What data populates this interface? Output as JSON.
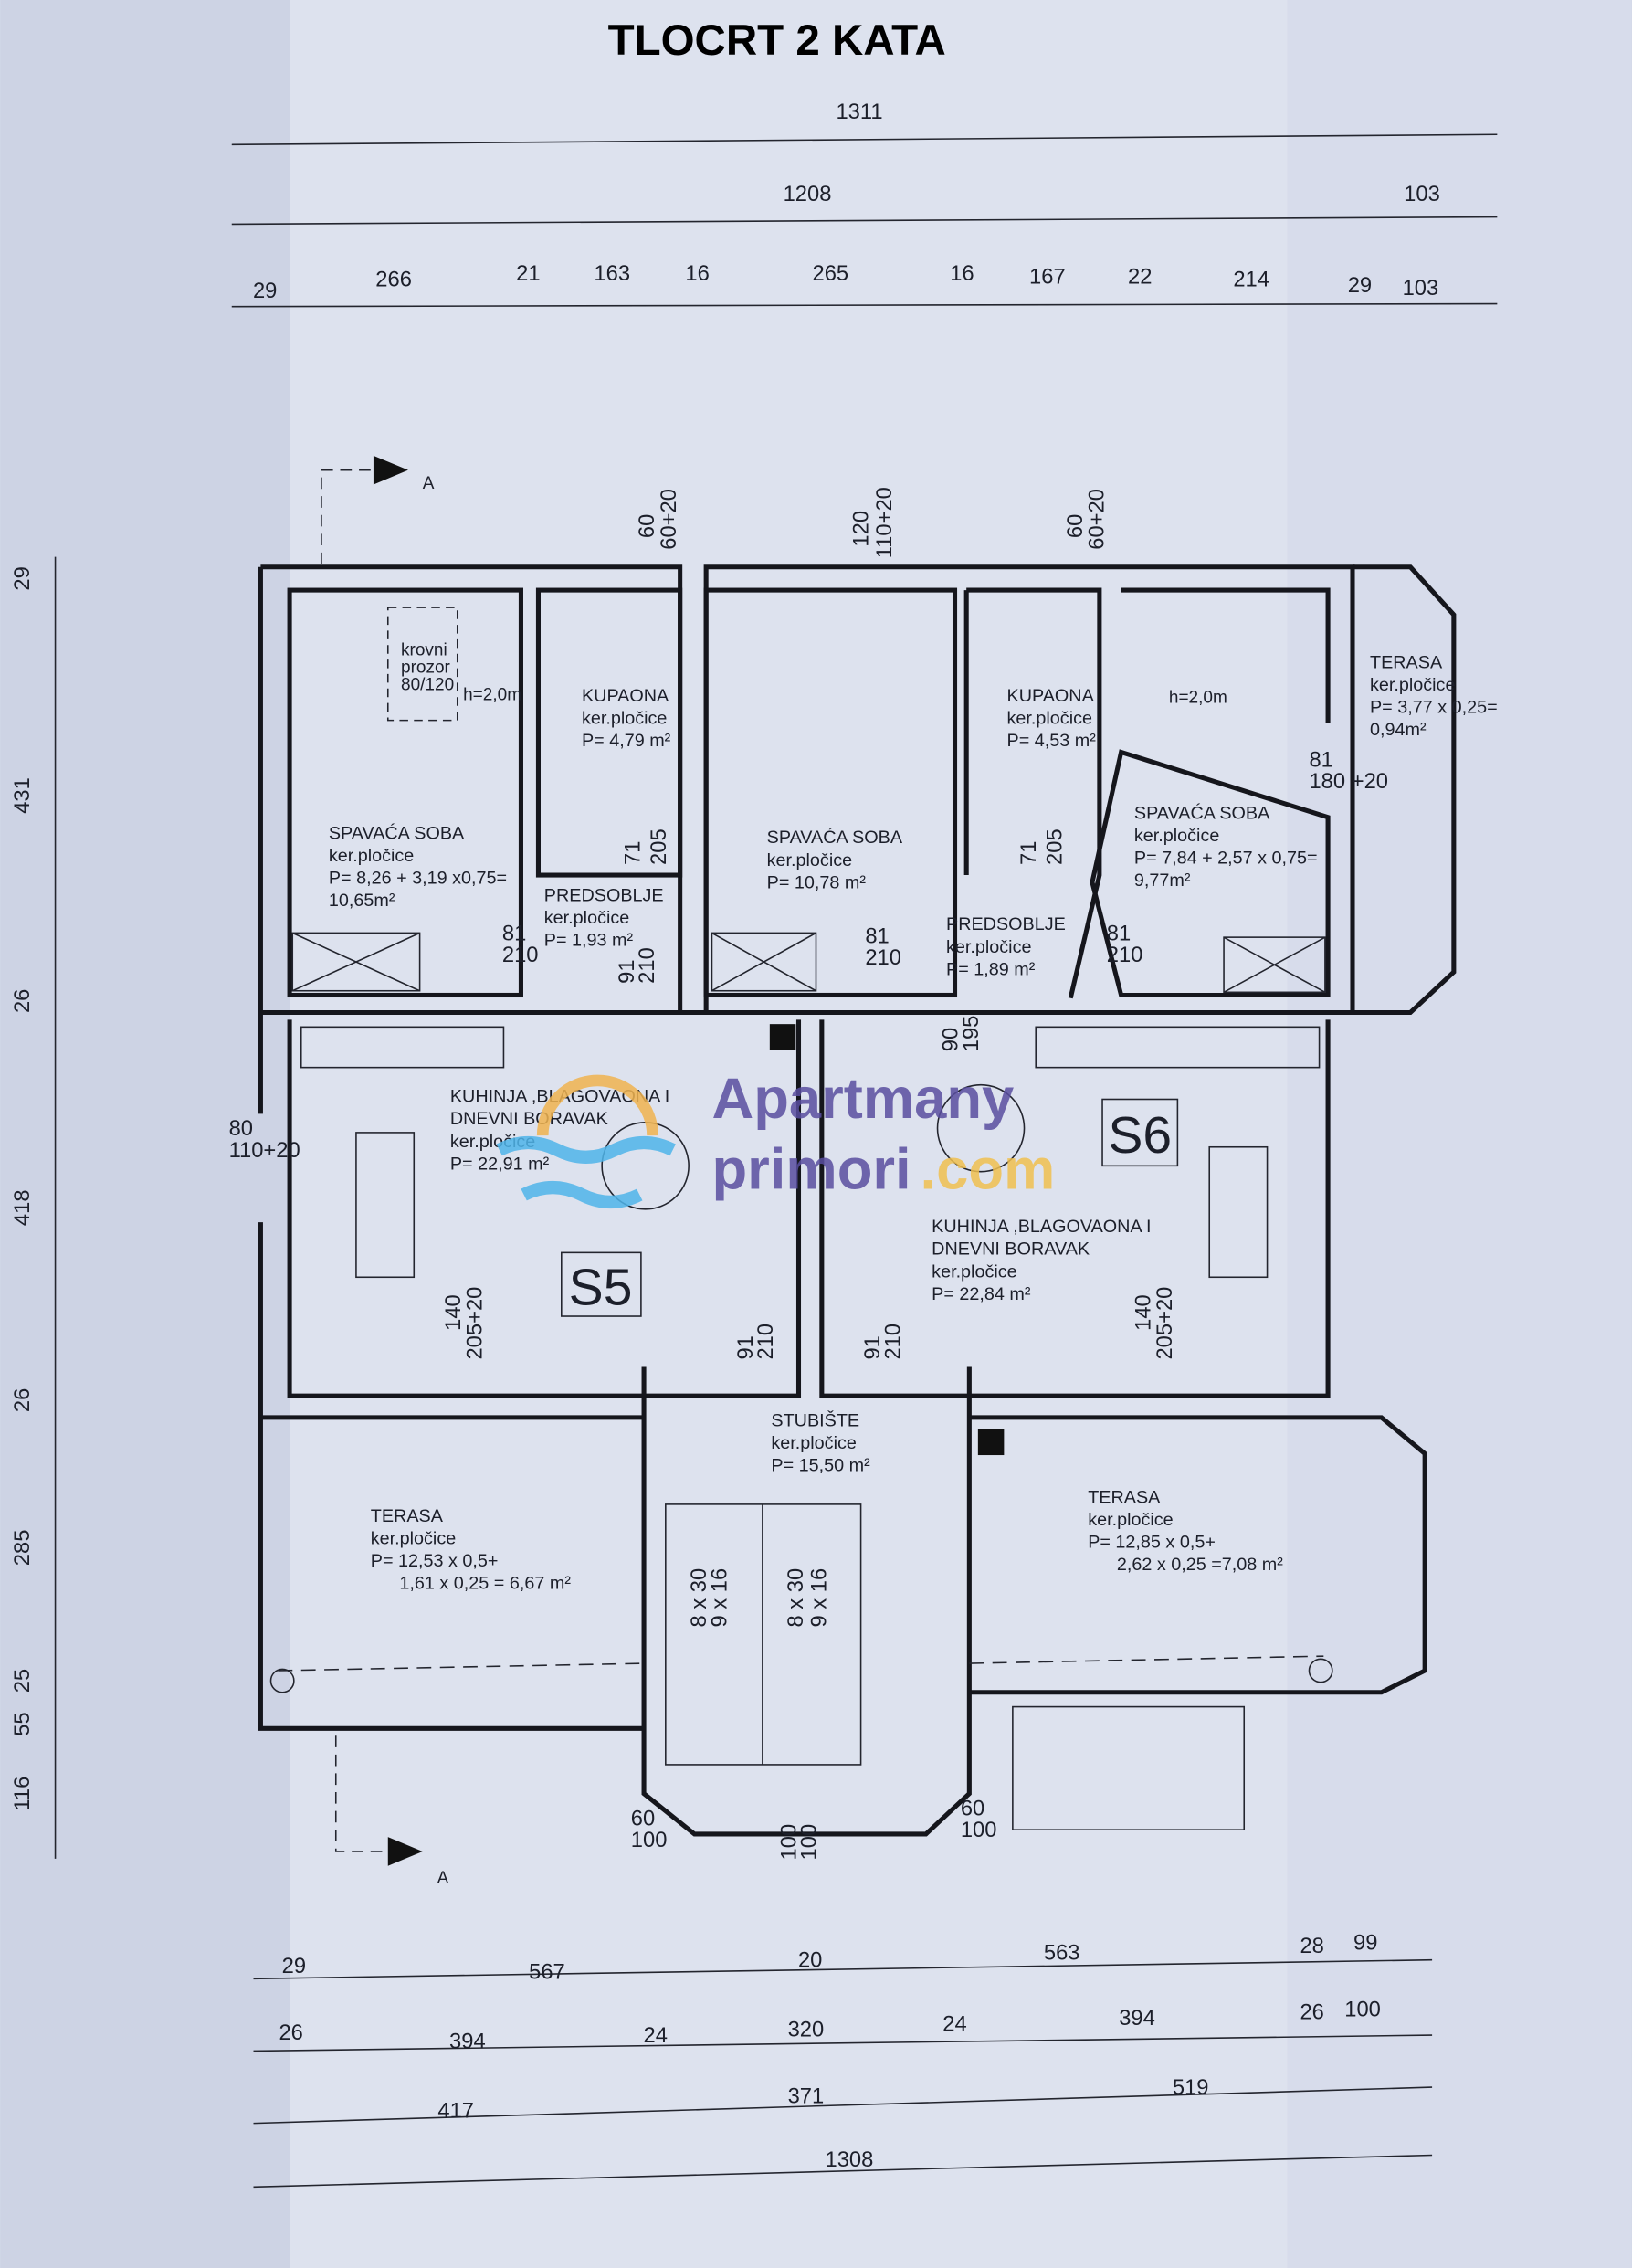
{
  "title": "TLOCRT 2 KATA",
  "dimensions": {
    "top_row1": [
      "1311"
    ],
    "top_row2": [
      "1208",
      "103"
    ],
    "top_row3": [
      "29",
      "266",
      "21",
      "163",
      "16",
      "265",
      "16",
      "167",
      "22",
      "214",
      "29",
      "103"
    ],
    "bottom_row1": [
      "29",
      "567",
      "20",
      "563",
      "28",
      "99"
    ],
    "bottom_row2": [
      "26",
      "394",
      "24",
      "320",
      "24",
      "394",
      "26",
      "100"
    ],
    "bottom_row3": [
      "417",
      "371",
      "519"
    ],
    "bottom_row4": [
      "1308"
    ],
    "left": [
      "29",
      "431",
      "26",
      "418",
      "26",
      "285",
      "25",
      "55",
      "116"
    ]
  },
  "section_marker": "A",
  "units": {
    "s5": "S5",
    "s6": "S6"
  },
  "rooms": {
    "bedroom_s5": [
      "SPAVAĆA SOBA",
      "ker.pločice",
      "P= 8,26 + 3,19 x0,75=",
      "10,65m²"
    ],
    "bathroom_s5": [
      "KUPAONA",
      "ker.pločice",
      "P= 4,79 m²"
    ],
    "hall_s5": [
      "PREDSOBLJE",
      "ker.pločice",
      "P= 1,93 m²"
    ],
    "bedroom_mid": [
      "SPAVAĆA SOBA",
      "ker.pločice",
      "P= 10,78 m²"
    ],
    "bathroom_s6": [
      "KUPAONA",
      "ker.pločice",
      "P= 4,53 m²"
    ],
    "hall_s6": [
      "PREDSOBLJE",
      "ker.pločice",
      "P= 1,89 m²"
    ],
    "bedroom_s6": [
      "SPAVAĆA SOBA",
      "ker.pločice",
      "P= 7,84 + 2,57 x 0,75=",
      "9,77m²"
    ],
    "terrace_small": [
      "TERASA",
      "ker.pločice",
      "P= 3,77 x 0,25=",
      "0,94m²"
    ],
    "living_s5": [
      "KUHINJA ,BLAGOVAONA I",
      "DNEVNI BORAVAK",
      "ker.pločice",
      "P= 22,91 m²"
    ],
    "living_s6": [
      "KUHINJA ,BLAGOVAONA I",
      "DNEVNI BORAVAK",
      "ker.pločice",
      "P= 22,84 m²"
    ],
    "staircase": [
      "STUBIŠTE",
      "ker.pločice",
      "P= 15,50 m²"
    ],
    "terrace_s5": [
      "TERASA",
      "ker.pločice",
      "P= 12,53 x 0,5+",
      "1,61 x 0,25 = 6,67 m²"
    ],
    "terrace_s6": [
      "TERASA",
      "ker.pločice",
      "P= 12,85 x 0,5+",
      "2,62 x 0,25 =7,08 m²"
    ]
  },
  "notes": {
    "skylight": [
      "krovni",
      "prozor",
      "80/120"
    ],
    "ceiling_height": "h=2,0m"
  },
  "openings": [
    [
      "60",
      "60+20"
    ],
    [
      "120",
      "110+20"
    ],
    [
      "60",
      "60+20"
    ],
    [
      "71",
      "205"
    ],
    [
      "71",
      "205"
    ],
    [
      "81",
      "210"
    ],
    [
      "91",
      "210"
    ],
    [
      "81",
      "210"
    ],
    [
      "81",
      "210"
    ],
    [
      "81",
      "180 +20"
    ],
    [
      "90",
      "195"
    ],
    [
      "80",
      "110+20"
    ],
    [
      "140",
      "205+20"
    ],
    [
      "140",
      "205+20"
    ],
    [
      "91",
      "210"
    ],
    [
      "91",
      "210"
    ],
    [
      "8 x 30",
      "9 x 16"
    ],
    [
      "8 x 30",
      "9 x 16"
    ],
    [
      "60",
      "100"
    ],
    [
      "100",
      "100"
    ],
    [
      "60",
      "100"
    ]
  ],
  "watermark": {
    "line1": "Apartmany",
    "line2": "primori",
    "suffix": ".com"
  }
}
